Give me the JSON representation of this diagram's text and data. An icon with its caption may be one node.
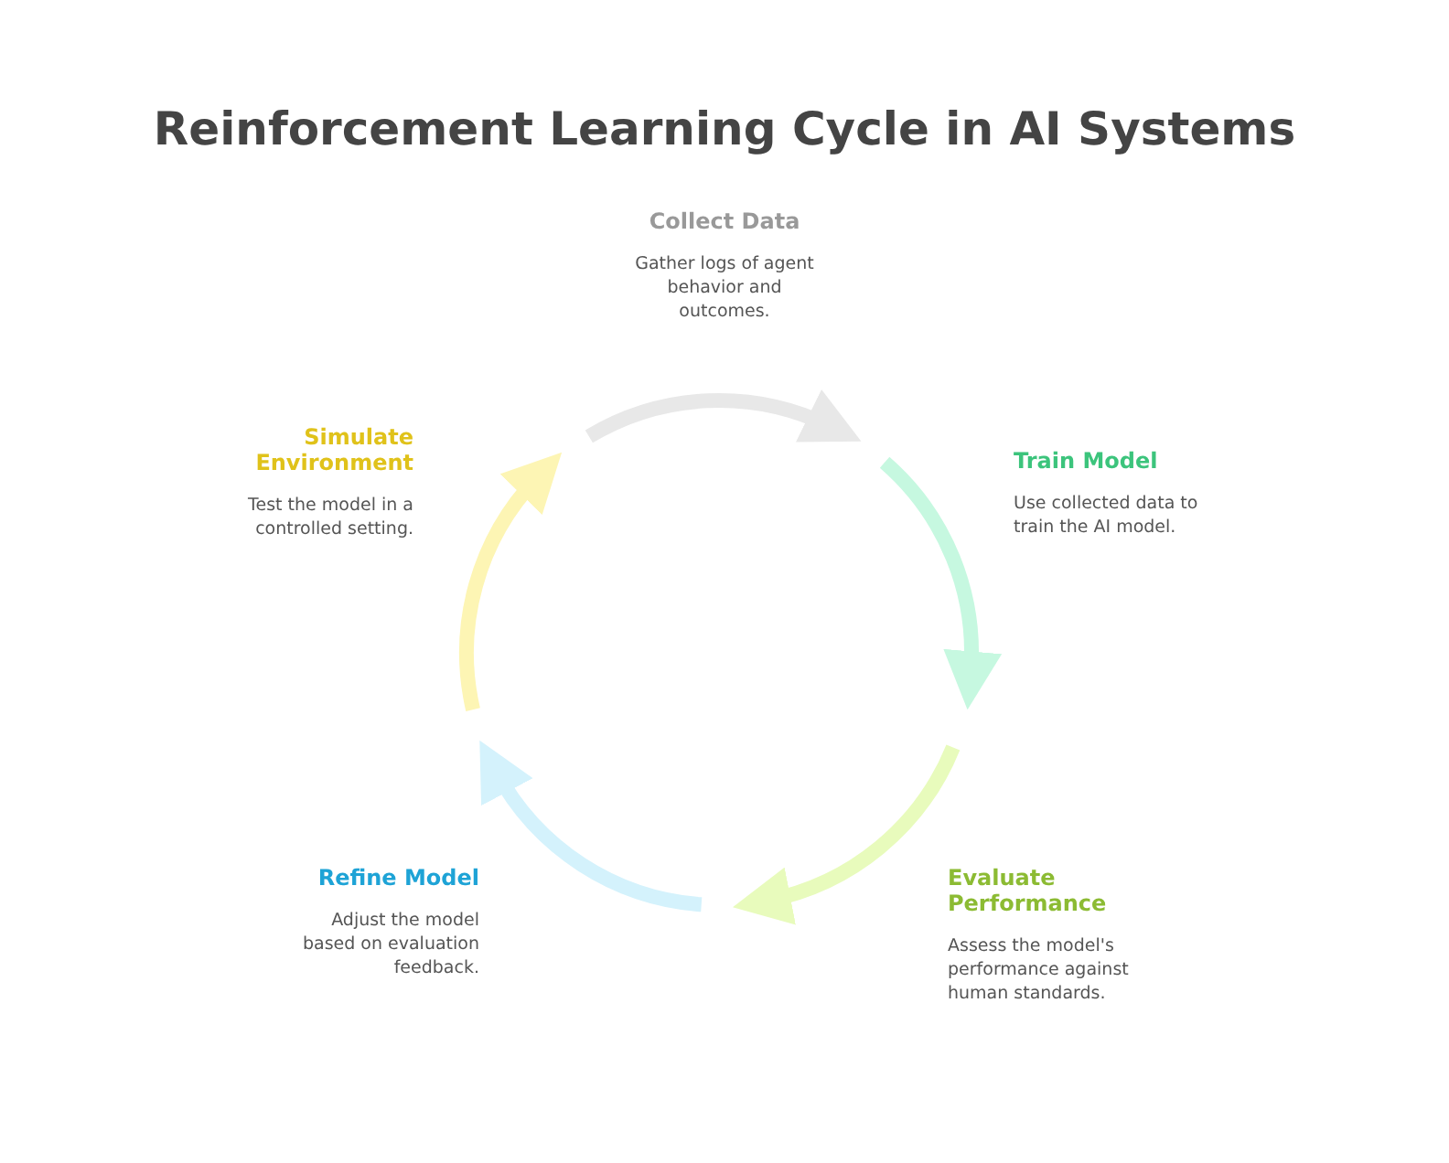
{
  "diagram": {
    "title": "Reinforcement Learning Cycle in AI Systems",
    "nodes": [
      {
        "text": [
          "Collect Data",
          "Gather logs of agent behavior and outcomes."
        ]
      },
      {
        "text": [
          "Train Model",
          "Use collected data to train the AI model."
        ]
      },
      {
        "text": [
          "Evaluate Performance",
          "Assess the model's performance against human standards."
        ]
      },
      {
        "text": [
          "Refine Model",
          "Adjust the model based on evaluation feedback."
        ]
      },
      {
        "text": [
          "Simulate Environment",
          "Test the model in a controlled setting."
        ]
      }
    ]
  }
}
